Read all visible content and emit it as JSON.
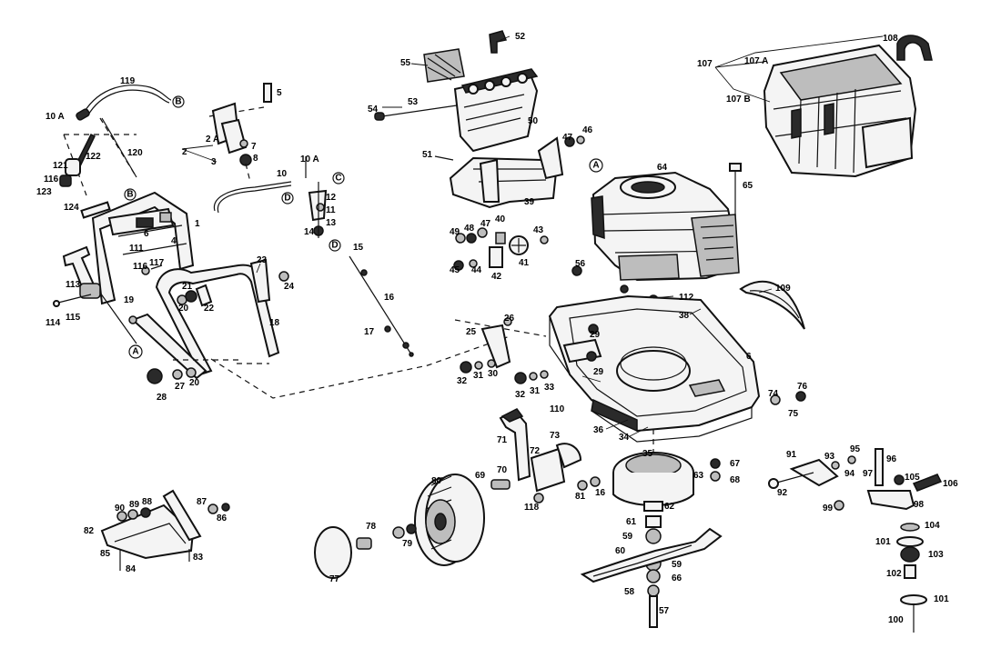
{
  "diagram": {
    "labels": [
      "119",
      "10 A",
      "B",
      "5",
      "120",
      "2 A",
      "7",
      "2",
      "8",
      "122",
      "3",
      "121",
      "10 A",
      "116",
      "10",
      "C",
      "123",
      "B",
      "12",
      "13",
      "D",
      "11",
      "14",
      "124",
      "1",
      "6",
      "4",
      "111",
      "D",
      "15",
      "113",
      "117",
      "116",
      "23",
      "114",
      "115",
      "19",
      "24",
      "21",
      "20",
      "22",
      "18",
      "16",
      "17",
      "A",
      "28",
      "27",
      "20",
      "52",
      "55",
      "53",
      "54",
      "50",
      "47",
      "46",
      "51",
      "A",
      "64",
      "65",
      "39",
      "49",
      "48",
      "47",
      "40",
      "43",
      "45",
      "44",
      "42",
      "41",
      "56",
      "112",
      "109",
      "26",
      "38",
      "25",
      "29",
      "6",
      "32",
      "31",
      "30",
      "29",
      "32",
      "31",
      "33",
      "110",
      "74",
      "76",
      "75",
      "36",
      "34",
      "35",
      "71",
      "73",
      "72",
      "63",
      "67",
      "68",
      "70",
      "69",
      "80",
      "118",
      "81",
      "16",
      "62",
      "61",
      "59",
      "60",
      "59",
      "66",
      "58",
      "57",
      "90",
      "89",
      "88",
      "87",
      "86",
      "82",
      "85",
      "84",
      "83",
      "78",
      "79",
      "77",
      "91",
      "93",
      "95",
      "96",
      "94",
      "97",
      "105",
      "106",
      "92",
      "99",
      "98",
      "104",
      "101",
      "103",
      "102",
      "101",
      "100",
      "108",
      "107",
      "107 A",
      "107 B"
    ],
    "circled": {
      "B": "B",
      "C": "C",
      "D": "D",
      "A": "A"
    }
  }
}
